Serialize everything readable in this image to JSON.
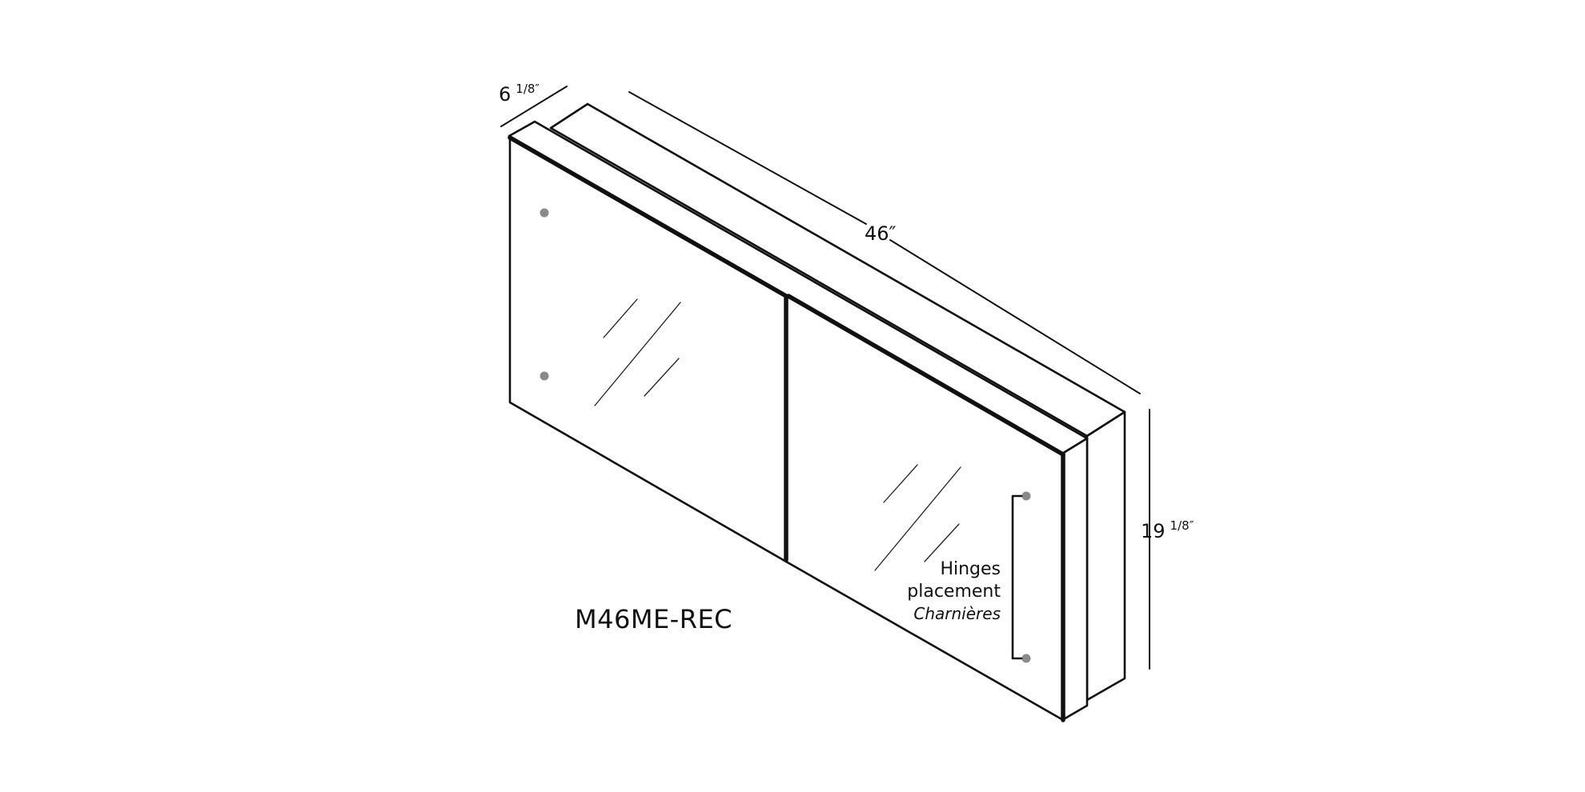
{
  "model_label": "M46ME-REC",
  "dimensions": {
    "depth": {
      "main": "6",
      "fraction": "1/8″"
    },
    "width": {
      "main": "46″"
    },
    "height": {
      "main": "19",
      "fraction": "1/8″"
    }
  },
  "hinge_callout": {
    "line1": "Hinges",
    "line2": "placement",
    "line3": "Charnières"
  },
  "colors": {
    "outline": "#111111",
    "hinge_dot": "#8a8a8a",
    "background": "#ffffff"
  }
}
